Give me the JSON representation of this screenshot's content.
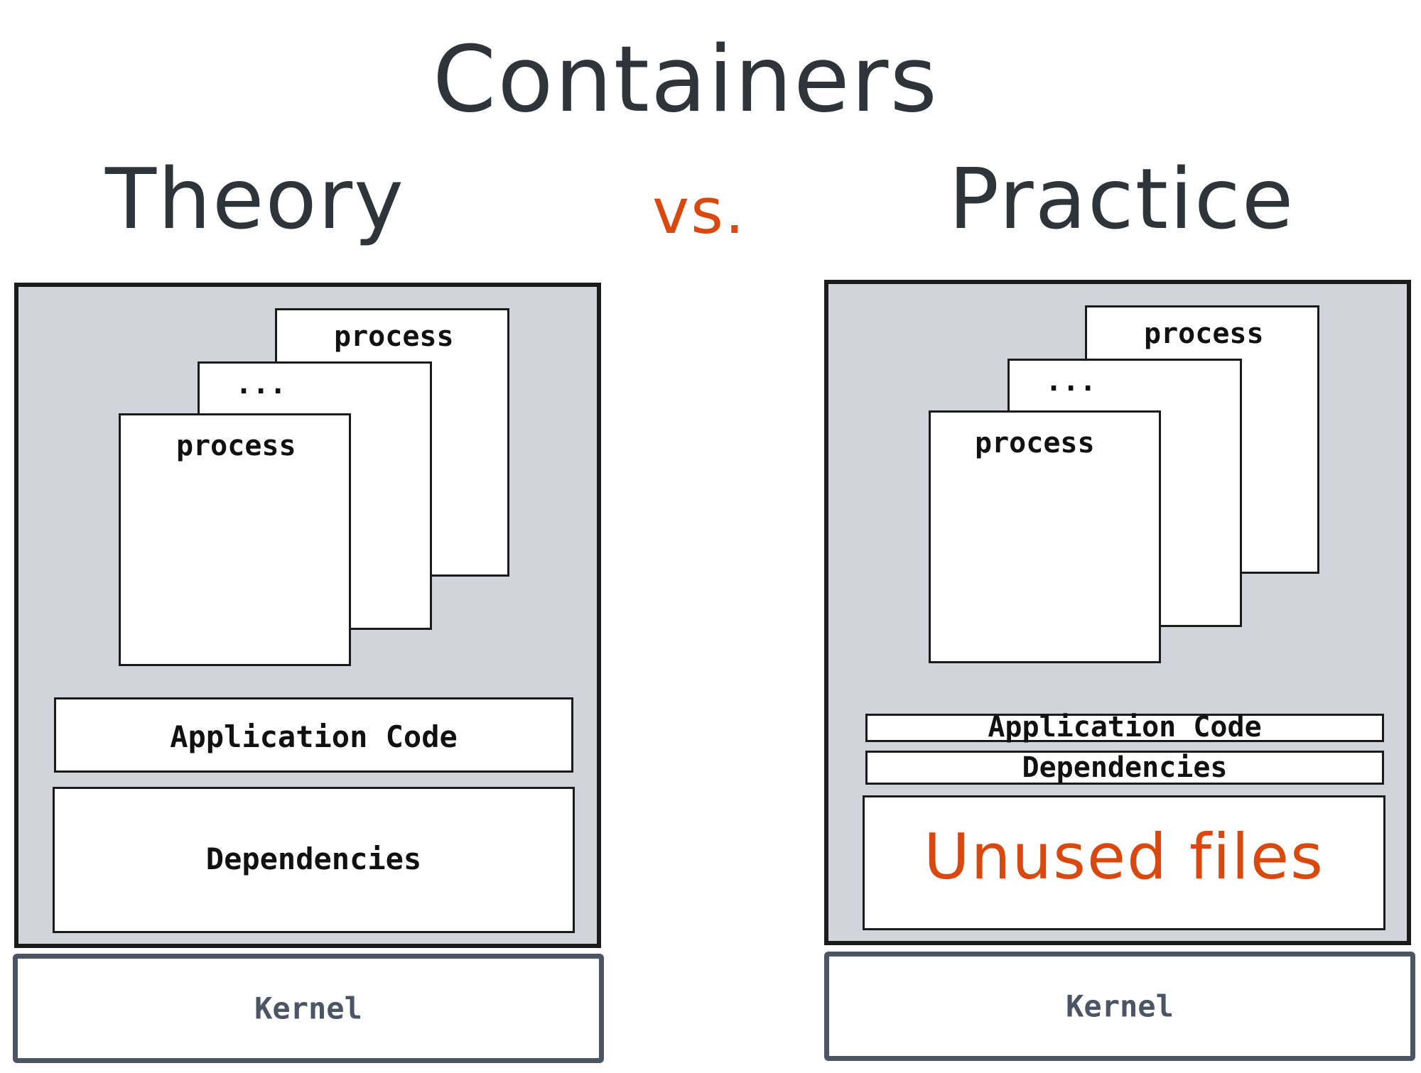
{
  "title": "Containers",
  "vs_label": "vs.",
  "theory": {
    "heading": "Theory",
    "process_back": "process",
    "process_middle": "...",
    "process_front": "process",
    "application_code": "Application Code",
    "dependencies": "Dependencies",
    "kernel": "Kernel"
  },
  "practice": {
    "heading": "Practice",
    "process_back": "process",
    "process_middle": "...",
    "process_front": "process",
    "application_code": "Application Code",
    "dependencies": "Dependencies",
    "unused_files": "Unused files",
    "kernel": "Kernel"
  },
  "colors": {
    "accent": "#d9480f",
    "container_fill": "#d1d5db",
    "kernel_border": "#4b5563"
  }
}
